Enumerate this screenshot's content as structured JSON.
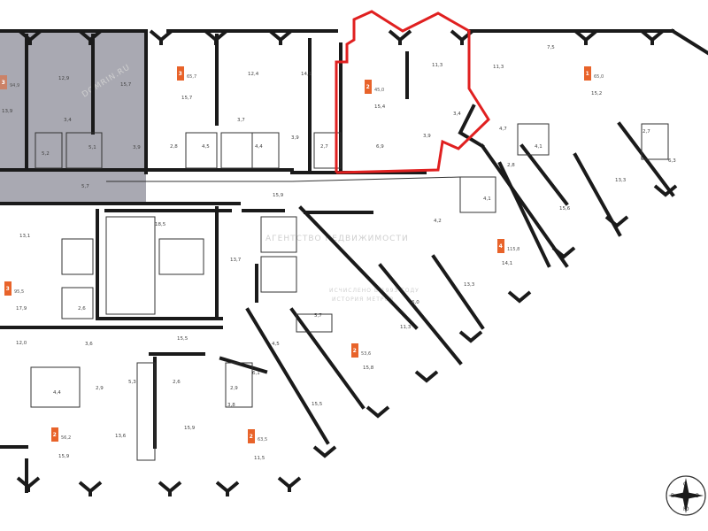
{
  "plan": {
    "watermark_top": "DOMRIN.RU",
    "watermark_agency": "АГЕНТСТВО НЕДВИЖИМОСТИ",
    "watermark_since": "ИСЧИСЛЕНО В 1993 ГОДУ",
    "watermark_sub": "ИСТОРИЯ МЕТРОВ",
    "accent_color": "#e8632a",
    "highlight_color": "#e02020",
    "sold_color": "#a9a9b2"
  },
  "rooms": [
    {
      "id": "r1",
      "label": "12,9"
    },
    {
      "id": "r2",
      "label": "15,7"
    },
    {
      "id": "r3",
      "label": "3,4"
    },
    {
      "id": "r4",
      "label": "5,2"
    },
    {
      "id": "r5",
      "label": "5,1"
    },
    {
      "id": "r6",
      "label": "3,9"
    },
    {
      "id": "r7",
      "label": "13,9"
    },
    {
      "id": "r8",
      "label": "5,7"
    },
    {
      "id": "r9",
      "label": "15,7"
    },
    {
      "id": "r10",
      "label": "12,4"
    },
    {
      "id": "r11",
      "label": "3,7"
    },
    {
      "id": "r12",
      "label": "2,8"
    },
    {
      "id": "r13",
      "label": "4,5"
    },
    {
      "id": "r14",
      "label": "4,4"
    },
    {
      "id": "r15",
      "label": "14,1"
    },
    {
      "id": "r16",
      "label": "3,9"
    },
    {
      "id": "r17",
      "label": "2,7"
    },
    {
      "id": "r18",
      "label": "15,4"
    },
    {
      "id": "r19",
      "label": "6,9"
    },
    {
      "id": "r20",
      "label": "11,3"
    },
    {
      "id": "r21",
      "label": "3,4"
    },
    {
      "id": "r22",
      "label": "3,9"
    },
    {
      "id": "r23",
      "label": "11,3"
    },
    {
      "id": "r24",
      "label": "4,7"
    },
    {
      "id": "r25",
      "label": "7,5"
    },
    {
      "id": "r26",
      "label": "15,2"
    },
    {
      "id": "r27",
      "label": "2,7"
    },
    {
      "id": "r28",
      "label": "6,3"
    },
    {
      "id": "r29",
      "label": "15,9"
    },
    {
      "id": "r30",
      "label": "18,5"
    },
    {
      "id": "r31",
      "label": "13,7"
    },
    {
      "id": "r32",
      "label": "13,1"
    },
    {
      "id": "r33",
      "label": "17,9"
    },
    {
      "id": "r34",
      "label": "12,0"
    },
    {
      "id": "r35",
      "label": "15,5"
    },
    {
      "id": "r36",
      "label": "15,9"
    },
    {
      "id": "r37",
      "label": "13,6"
    },
    {
      "id": "r38",
      "label": "15,9"
    },
    {
      "id": "r39",
      "label": "15,5"
    },
    {
      "id": "r40",
      "label": "11,5"
    },
    {
      "id": "r41",
      "label": "15,8"
    },
    {
      "id": "r42",
      "label": "14,1"
    },
    {
      "id": "r43",
      "label": "13,3"
    },
    {
      "id": "r44",
      "label": "11,3"
    },
    {
      "id": "r45",
      "label": "15,6"
    },
    {
      "id": "r46",
      "label": "13,3"
    },
    {
      "id": "r47",
      "label": "4,1"
    },
    {
      "id": "r48",
      "label": "4,2"
    },
    {
      "id": "r49",
      "label": "5,7"
    },
    {
      "id": "r50",
      "label": "4,5"
    },
    {
      "id": "r51",
      "label": "6,0"
    },
    {
      "id": "r52",
      "label": "3,8"
    },
    {
      "id": "r53",
      "label": "2,9"
    },
    {
      "id": "r54",
      "label": "5,3"
    },
    {
      "id": "r55",
      "label": "2,6"
    },
    {
      "id": "r56",
      "label": "4,4"
    },
    {
      "id": "r57",
      "label": "6,1"
    },
    {
      "id": "r58",
      "label": "3,6"
    },
    {
      "id": "r59",
      "label": "2,6"
    },
    {
      "id": "r60",
      "label": "2,9"
    },
    {
      "id": "r61",
      "label": "4,1"
    },
    {
      "id": "r62",
      "label": "2,8"
    }
  ],
  "apartments": [
    {
      "id": "a1",
      "rooms": "3",
      "area": "65,7"
    },
    {
      "id": "a2",
      "rooms": "2",
      "area": "45,0"
    },
    {
      "id": "a3",
      "rooms": "1",
      "area": "65,0"
    },
    {
      "id": "a4",
      "rooms": "4",
      "area": "115,8"
    },
    {
      "id": "a5",
      "rooms": "3",
      "area": "95,5"
    },
    {
      "id": "a6",
      "rooms": "3",
      "area": "94,9"
    },
    {
      "id": "a7",
      "rooms": "2",
      "area": "53,6"
    },
    {
      "id": "a8",
      "rooms": "2",
      "area": "56,2"
    },
    {
      "id": "a9",
      "rooms": "2",
      "area": "63,5"
    }
  ],
  "compass": {
    "n": "С",
    "s": "Ю",
    "w": "В",
    "e": "З"
  }
}
